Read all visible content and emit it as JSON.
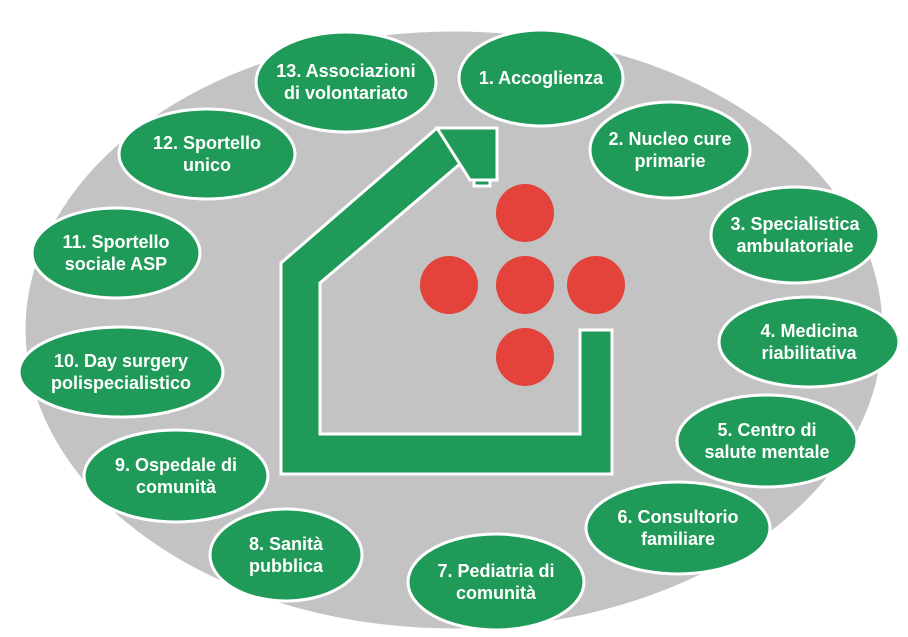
{
  "colors": {
    "background_ellipse": "#c3c3c3",
    "node_fill": "#1f9a58",
    "house": "#1f9a58",
    "dots": "#e3433b",
    "text": "#ffffff"
  },
  "house_icon": "green-house-outline-with-red-cross-of-dots",
  "services": [
    {
      "id": 1,
      "lines": [
        "1. Accoglienza"
      ]
    },
    {
      "id": 2,
      "lines": [
        "2. Nucleo cure",
        "primarie"
      ]
    },
    {
      "id": 3,
      "lines": [
        "3. Specialistica",
        "ambulatoriale"
      ]
    },
    {
      "id": 4,
      "lines": [
        "4. Medicina",
        "riabilitativa"
      ]
    },
    {
      "id": 5,
      "lines": [
        "5. Centro di",
        "salute mentale"
      ]
    },
    {
      "id": 6,
      "lines": [
        "6. Consultorio",
        "familiare"
      ]
    },
    {
      "id": 7,
      "lines": [
        "7. Pediatria di",
        "comunità"
      ]
    },
    {
      "id": 8,
      "lines": [
        "8. Sanità",
        "pubblica"
      ]
    },
    {
      "id": 9,
      "lines": [
        "9. Ospedale di",
        "comunità"
      ]
    },
    {
      "id": 10,
      "lines": [
        "10. Day surgery",
        "polispecialistico"
      ]
    },
    {
      "id": 11,
      "lines": [
        "11. Sportello",
        "sociale ASP"
      ]
    },
    {
      "id": 12,
      "lines": [
        "12. Sportello",
        "unico"
      ]
    },
    {
      "id": 13,
      "lines": [
        "13. Associazioni",
        "di volontariato"
      ]
    }
  ]
}
